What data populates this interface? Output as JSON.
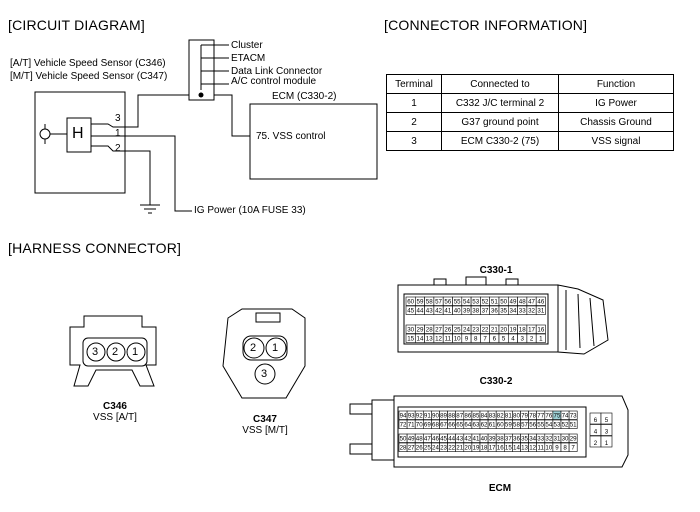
{
  "sections": {
    "circuit": "[CIRCUIT DIAGRAM]",
    "connector_info": "[CONNECTOR INFORMATION]",
    "harness": "[HARNESS CONNECTOR]"
  },
  "circuit": {
    "sensor_at": "[A/T] Vehicle Speed Sensor (C346)",
    "sensor_mt": "[M/T] Vehicle Speed Sensor (C347)",
    "sensor_symbol": "H",
    "pins": [
      "3",
      "1",
      "2"
    ],
    "branch": [
      "Cluster",
      "ETACM",
      "Data Link Connector",
      "A/C control module"
    ],
    "ecm_label": "ECM (C330-2)",
    "ecm_pin": "75. VSS control",
    "ig_power": "IG Power (10A FUSE 33)"
  },
  "connector_table": {
    "headers": [
      "Terminal",
      "Connected to",
      "Function"
    ],
    "rows": [
      [
        "1",
        "C332 J/C terminal 2",
        "IG Power"
      ],
      [
        "2",
        "G37 ground point",
        "Chassis Ground"
      ],
      [
        "3",
        "ECM C330-2 (75)",
        "VSS signal"
      ]
    ]
  },
  "harness": {
    "c346": {
      "name": "C346",
      "desc": "VSS [A/T]",
      "pins": [
        "3",
        "2",
        "1"
      ]
    },
    "c347": {
      "name": "C347",
      "desc": "VSS [M/T]",
      "pins": [
        "2",
        "1",
        "3"
      ]
    },
    "c330_1": {
      "name": "C330-1",
      "rows": [
        [
          "60",
          "59",
          "58",
          "57",
          "56",
          "55",
          "54",
          "53",
          "52",
          "51",
          "50",
          "49",
          "48",
          "47",
          "46"
        ],
        [
          "45",
          "44",
          "43",
          "42",
          "41",
          "40",
          "39",
          "38",
          "37",
          "36",
          "35",
          "34",
          "33",
          "32",
          "31"
        ],
        [
          "30",
          "29",
          "28",
          "27",
          "26",
          "25",
          "24",
          "23",
          "22",
          "21",
          "20",
          "19",
          "18",
          "17",
          "16"
        ],
        [
          "15",
          "14",
          "13",
          "12",
          "11",
          "10",
          "9",
          "8",
          "7",
          "6",
          "5",
          "4",
          "3",
          "2",
          "1"
        ]
      ]
    },
    "c330_2": {
      "name": "C330-2",
      "rows": [
        [
          "94",
          "93",
          "92",
          "91",
          "90",
          "89",
          "88",
          "87",
          "86",
          "85",
          "84",
          "83",
          "82",
          "81",
          "80",
          "79",
          "78",
          "77",
          "76",
          "75",
          "74",
          "73"
        ],
        [
          "72",
          "71",
          "70",
          "69",
          "68",
          "67",
          "66",
          "65",
          "64",
          "63",
          "62",
          "61",
          "60",
          "59",
          "58",
          "57",
          "56",
          "55",
          "54",
          "53",
          "52",
          "51"
        ],
        [
          "50",
          "49",
          "48",
          "47",
          "46",
          "45",
          "44",
          "43",
          "42",
          "41",
          "40",
          "39",
          "38",
          "37",
          "36",
          "35",
          "34",
          "33",
          "32",
          "31",
          "30",
          "29"
        ],
        [
          "28",
          "27",
          "26",
          "25",
          "24",
          "23",
          "22",
          "21",
          "20",
          "19",
          "18",
          "17",
          "16",
          "15",
          "14",
          "13",
          "12",
          "11",
          "10",
          "9",
          "8",
          "7"
        ]
      ],
      "side": [
        [
          "6",
          "5"
        ],
        [
          "4",
          "3"
        ],
        [
          "2",
          "1"
        ]
      ],
      "highlight": "75",
      "highlight_color": "#9fd3d8"
    },
    "ecm": "ECM"
  }
}
